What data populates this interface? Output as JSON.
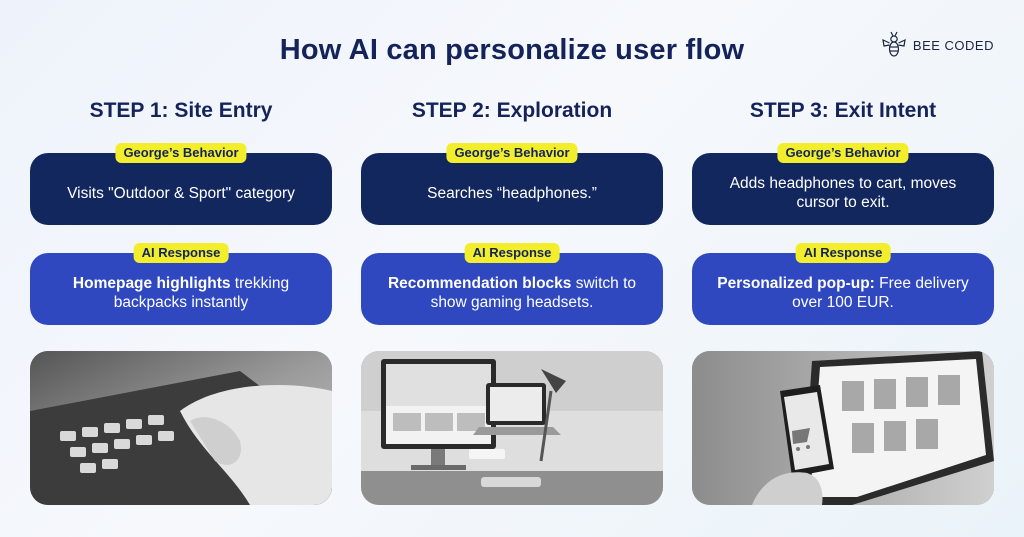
{
  "title": "How AI can personalize user flow",
  "logo": {
    "text": "BEE CODED"
  },
  "steps": [
    {
      "title": "STEP 1: Site Entry",
      "behavior_badge": "George’s Behavior",
      "behavior_text": "Visits \"Outdoor & Sport\" category",
      "response_badge": "AI Response",
      "response_bold": "Homepage highlights",
      "response_text": " trekking backpacks instantly",
      "photo": "typing-on-laptop-photo"
    },
    {
      "title": "STEP 2: Exploration",
      "behavior_badge": "George’s Behavior",
      "behavior_text": "Searches “headphones.”",
      "response_badge": "AI Response",
      "response_bold": "Recommendation blocks",
      "response_text": " switch to show gaming headsets.",
      "photo": "desktop-and-laptop-photo"
    },
    {
      "title": "STEP 3: Exit Intent",
      "behavior_badge": "George’s Behavior",
      "behavior_text": "Adds headphones to cart, moves cursor to exit.",
      "response_badge": "AI Response",
      "response_bold": "Personalized pop-up:",
      "response_text": " Free delivery over 100 EUR.",
      "photo": "phone-and-tablet-shopping-photo"
    }
  ],
  "colors": {
    "title": "#14245a",
    "behavior_card": "#13275f",
    "response_card": "#2f48c0",
    "badge": "#f3ee2c"
  }
}
